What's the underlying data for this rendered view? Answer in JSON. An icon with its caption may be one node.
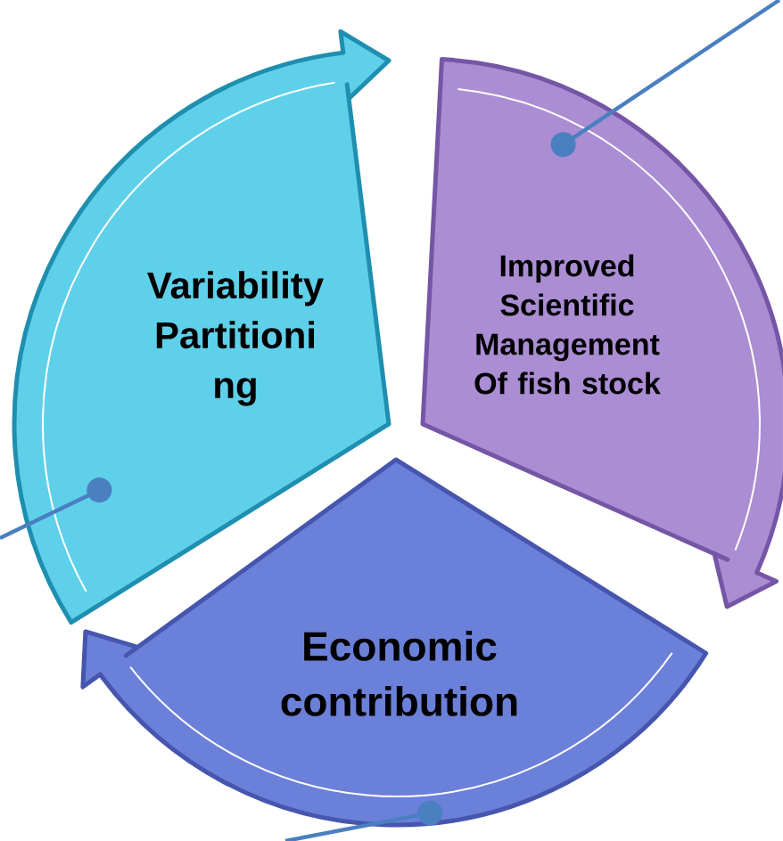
{
  "diagram": {
    "nodes": [
      {
        "text": [
          "Variability Partitioni ng"
        ]
      },
      {
        "text": [
          "Improved Scientific Management Of fish stock"
        ]
      },
      {
        "text": [
          "Economic contribution"
        ]
      }
    ],
    "edges": [
      {
        "from": null,
        "to": 0,
        "arrow": "other"
      },
      {
        "from": null,
        "to": 1,
        "arrow": "other"
      },
      {
        "from": null,
        "to": 2,
        "arrow": "other"
      }
    ]
  }
}
